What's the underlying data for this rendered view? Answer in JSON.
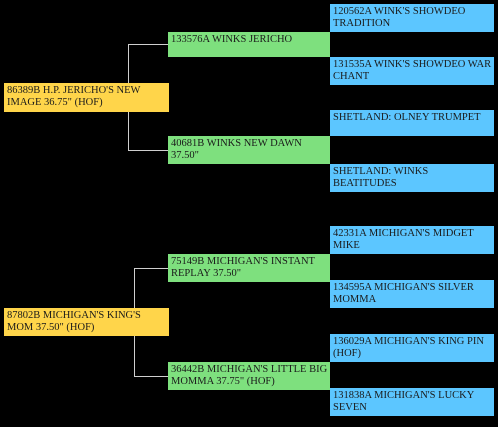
{
  "colors": {
    "background": "#000000",
    "gen1": "#ffd54a",
    "gen2": "#7ee07e",
    "gen3": "#5cc6ff",
    "connector": "#cfcfcf"
  },
  "pedigrees": [
    {
      "subject": "86389B H.P. JERICHO'S NEW IMAGE 36.75\" (HOF)",
      "sire": "133576A WINKS JERICHO",
      "dam": "40681B WINKS NEW DAWN 37.50\"",
      "sire_sire": "120562A WINK'S SHOWDEO TRADITION",
      "sire_dam": "131535A WINK'S SHOWDEO WAR CHANT",
      "dam_sire": "SHETLAND: OLNEY TRUMPET",
      "dam_dam": "SHETLAND: WINKS BEATITUDES"
    },
    {
      "subject": "87802B MICHIGAN'S KING'S MOM 37.50\" (HOF)",
      "sire": "75149B MICHIGAN'S INSTANT REPLAY 37.50\"",
      "dam": "36442B MICHIGAN'S LITTLE BIG MOMMA 37.75\" (HOF)",
      "sire_sire": "42331A MICHIGAN'S MIDGET MIKE",
      "sire_dam": "134595A MICHIGAN'S SILVER MOMMA",
      "dam_sire": "136029A MICHIGAN'S KING PIN (HOF)",
      "dam_dam": "131838A MICHIGAN'S LUCKY SEVEN"
    }
  ]
}
